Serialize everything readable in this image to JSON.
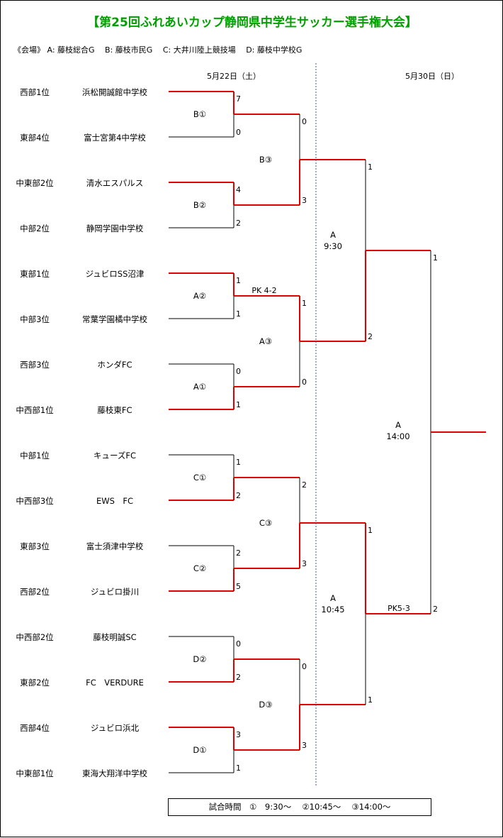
{
  "title": "【第25回ふれあいカップ静岡県中学生サッカー選手権大会】",
  "venues": "《会場》 A: 藤枝総合G　 B: 藤枝市民G　 C: 大井川陸上競技場　 D: 藤枝中学校G",
  "dates": {
    "day1": "5月22日（土）",
    "day2": "5月30日（日）"
  },
  "teams": [
    {
      "rank": "西部1位",
      "name": "浜松開誠館中学校"
    },
    {
      "rank": "東部4位",
      "name": "富士宮第4中学校"
    },
    {
      "rank": "中東部2位",
      "name": "清水エスパルス"
    },
    {
      "rank": "中部2位",
      "name": "静岡学園中学校"
    },
    {
      "rank": "東部1位",
      "name": "ジュビロSS沼津"
    },
    {
      "rank": "中部3位",
      "name": "常葉学園橘中学校"
    },
    {
      "rank": "西部3位",
      "name": "ホンダFC"
    },
    {
      "rank": "中西部1位",
      "name": "藤枝東FC"
    },
    {
      "rank": "中部1位",
      "name": "キューズFC"
    },
    {
      "rank": "中西部3位",
      "name": "EWS　FC"
    },
    {
      "rank": "東部3位",
      "name": "富士須津中学校"
    },
    {
      "rank": "西部2位",
      "name": "ジュビロ掛川"
    },
    {
      "rank": "中西部2位",
      "name": "藤枝明誠SC"
    },
    {
      "rank": "東部2位",
      "name": "FC　VERDURE"
    },
    {
      "rank": "西部4位",
      "name": "ジュビロ浜北"
    },
    {
      "rank": "中東部1位",
      "name": "東海大翔洋中学校"
    }
  ],
  "round1": [
    {
      "label": "B①",
      "scores": [
        "7",
        "0"
      ],
      "winner": 0
    },
    {
      "label": "B②",
      "scores": [
        "4",
        "2"
      ],
      "winner": 0
    },
    {
      "label": "A②",
      "scores": [
        "1",
        "1"
      ],
      "winner": 0,
      "pk": "PK 4-2"
    },
    {
      "label": "A①",
      "scores": [
        "0",
        "1"
      ],
      "winner": 1
    },
    {
      "label": "C①",
      "scores": [
        "1",
        "2"
      ],
      "winner": 1
    },
    {
      "label": "C②",
      "scores": [
        "2",
        "5"
      ],
      "winner": 1
    },
    {
      "label": "D②",
      "scores": [
        "0",
        "2"
      ],
      "winner": 1
    },
    {
      "label": "D①",
      "scores": [
        "3",
        "1"
      ],
      "winner": 0
    }
  ],
  "round2": [
    {
      "label": "B③",
      "scores": [
        "0",
        "3"
      ],
      "winner": 1
    },
    {
      "label": "A③",
      "scores": [
        "1",
        "0"
      ],
      "winner": 0
    },
    {
      "label": "C③",
      "scores": [
        "2",
        "3"
      ],
      "winner": 1
    },
    {
      "label": "D③",
      "scores": [
        "0",
        "3"
      ],
      "winner": 1
    }
  ],
  "semis": [
    {
      "venue": "A",
      "time": "9:30",
      "scores": [
        "1",
        "2"
      ],
      "winner": 1
    },
    {
      "venue": "A",
      "time": "10:45",
      "scores": [
        "1",
        "1"
      ],
      "winner": 0,
      "pk": "PK5-3"
    }
  ],
  "final": {
    "venue": "A",
    "time": "14:00",
    "scores": [
      "1",
      "2"
    ]
  },
  "footer": "試合時間　①　9:30～　 ②10:45～　 ③14:00～",
  "colors": {
    "title": "#00a000",
    "winner_line": "#e00000",
    "line": "#000000",
    "divider": "#4a5a9a"
  }
}
